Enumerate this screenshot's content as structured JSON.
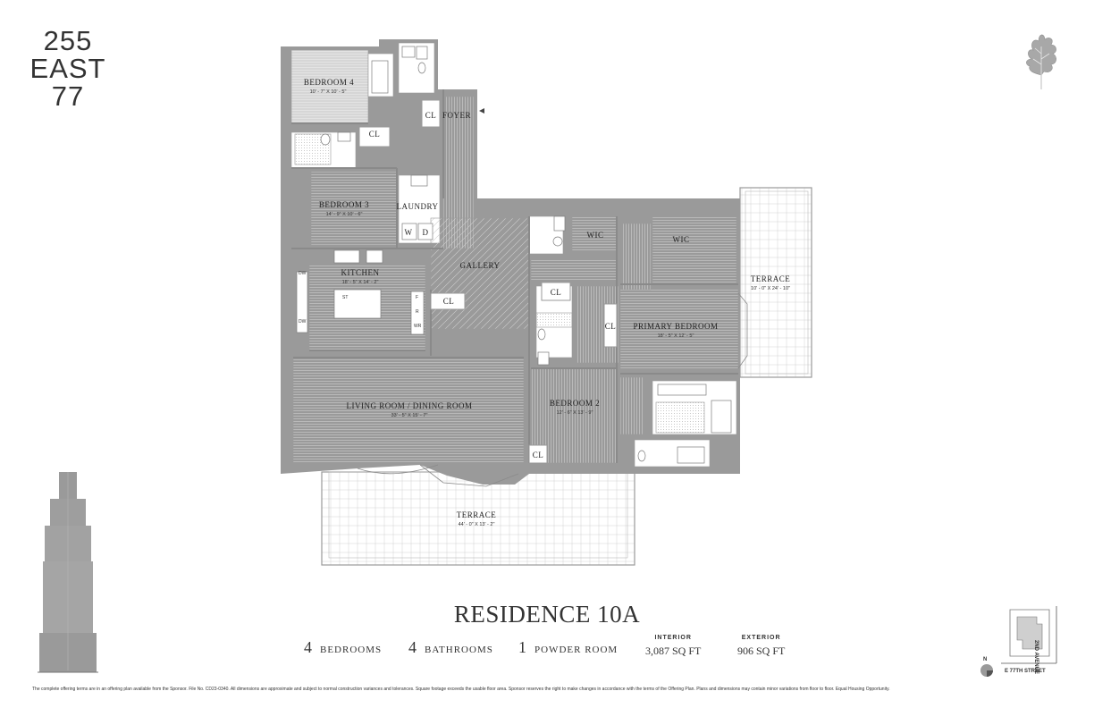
{
  "brand": {
    "line1": "255",
    "line2": "EAST",
    "line3": "77"
  },
  "rooms": {
    "bedroom4": {
      "name": "BEDROOM 4",
      "dims": "10' - 7\" X 10' - 5\""
    },
    "foyer": {
      "name": "FOYER"
    },
    "bedroom3": {
      "name": "BEDROOM 3",
      "dims": "14' - 9\" X 10' - 6\""
    },
    "laundry": {
      "name": "LAUNDRY"
    },
    "washer": "W",
    "dryer": "D",
    "kitchen": {
      "name": "KITCHEN",
      "dims": "18' - 5\" X 14' - 2\""
    },
    "gallery": {
      "name": "GALLERY"
    },
    "wic1": {
      "name": "WIC"
    },
    "wic2": {
      "name": "WIC"
    },
    "terrace_east": {
      "name": "TERRACE",
      "dims": "10' - 0\" X 24' - 10\""
    },
    "primary_bedroom": {
      "name": "PRIMARY BEDROOM",
      "dims": "18' - 5\" X 12' - 5\""
    },
    "living_dining": {
      "name": "LIVING ROOM / DINING ROOM",
      "dims": "33' - 5\" X 15' - 7\""
    },
    "bedroom2": {
      "name": "BEDROOM 2",
      "dims": "12' - 6\" X 13' - 9\""
    },
    "terrace_south": {
      "name": "TERRACE",
      "dims": "44' - 0\" X 13' - 2\""
    }
  },
  "closets": [
    "CL",
    "CL",
    "CL",
    "CL",
    "CL",
    "CL"
  ],
  "appliances": {
    "dw1": "DW",
    "dw2": "DW",
    "st": "ST",
    "f": "F",
    "r": "R",
    "wr": "WR"
  },
  "residence": {
    "title": "RESIDENCE 10A"
  },
  "stats": {
    "bedrooms": {
      "count": "4",
      "label": "BEDROOMS"
    },
    "bathrooms": {
      "count": "4",
      "label": "BATHROOMS"
    },
    "powder": {
      "count": "1",
      "label": "POWDER ROOM"
    },
    "interior": {
      "label": "INTERIOR",
      "value": "3,087 SQ FT"
    },
    "exterior": {
      "label": "EXTERIOR",
      "value": "906 SQ FT"
    }
  },
  "keymap": {
    "north": "N",
    "street_avenue": "2ND AVENUE",
    "street_cross": "E 77TH STREET"
  },
  "disclaimer": "The complete offering terms are in an offering plan available from the Sponsor. File No. CD23-0340. All dimensions are approximate and subject to normal construction variances and tolerances. Square footage exceeds the usable floor area. Sponsor reserves the right to make changes in accordance with the terms of the Offering Plan. Plans and dimensions may contain minor variations from floor to floor. Equal Housing Opportunity.",
  "colors": {
    "wall": "#9a9a9a",
    "floor": "#ffffff",
    "hatch": "#cfcfcf",
    "ink": "#2a2a2a"
  }
}
